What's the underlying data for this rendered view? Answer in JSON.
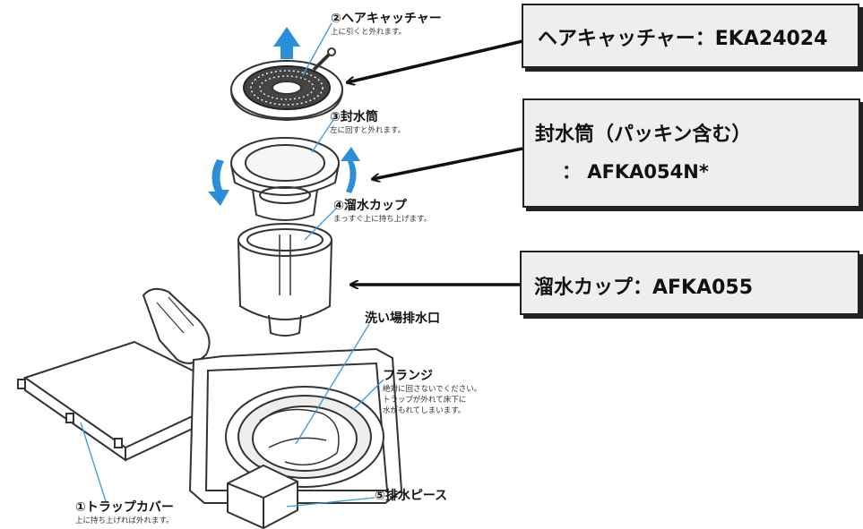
{
  "callouts": {
    "hair_catcher": "ヘアキャッチャー：EKA24024",
    "seal_tube_line1": "封水筒（パッキン含む）",
    "seal_tube_line2": "：  AFKA054N*",
    "water_cup": "溜水カップ：AFKA055"
  },
  "parts": {
    "hair_catcher": {
      "title": "②ヘアキャッチャー",
      "note": "上に引くと外れます。"
    },
    "seal_tube": {
      "title": "③封水筒",
      "note": "左に回すと外れます。"
    },
    "water_cup": {
      "title": "④溜水カップ",
      "note": "まっすぐ上に持ち上げます。"
    },
    "sink_drain": {
      "title": "洗い場排水口"
    },
    "flange": {
      "title": "フランジ",
      "note_lines": [
        "絶対に回さないでください。",
        "トラップが外れて床下に",
        "水がもれてしまいます。"
      ]
    },
    "trap_cover": {
      "title": "①トラップカバー",
      "note": "上に持ち上げれば外れます。"
    },
    "drain_piece": {
      "title": "⑤排水ピース"
    }
  },
  "colors": {
    "arrow_blue": "#2a8fd8",
    "callout_bg": "#eeeeee",
    "line": "#222222",
    "leader_blue": "#3a9ad9"
  }
}
